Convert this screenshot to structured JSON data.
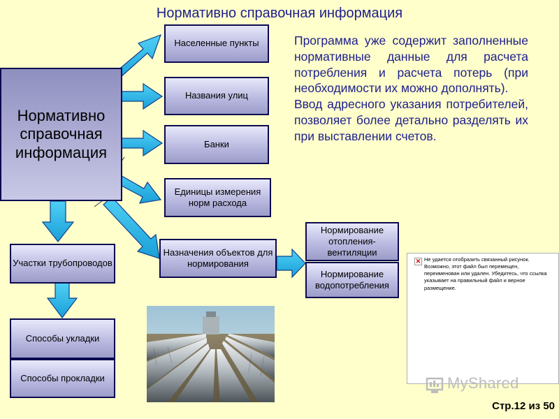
{
  "title": "Нормативно справочная информация",
  "main_box": "Нормативно справочная информация",
  "boxes": {
    "settlements": "Населенные пункты",
    "streets": "Названия улиц",
    "banks": "Банки",
    "units": "Единицы измерения норм расхода",
    "purposes": "Назначения объектов для нормирования",
    "heating": "Нормирование отопления-вентиляции",
    "water": "Нормирование водопотребления",
    "pipelines": "Участки трубопроводов",
    "laying": "Способы укладки",
    "installation": "Способы прокладки"
  },
  "description": {
    "p1": "Программа уже содержит заполненные нормативные данные для расчета потребления и расчета потерь (при необходимости их можно дополнять).",
    "p2": "Ввод адресного указания потребителей, позволяет более детально разделять их при выставлении счетов."
  },
  "broken_image_text": "Не удается отобразить связанный рисунок. Возможно, этот файл был перемещен, переименован или удален. Убедитесь, что ссылка указывает на правильный файл и верное размещение.",
  "watermark": "MyShared",
  "page": "Стр.12 из 50",
  "colors": {
    "background": "#ffffcc",
    "title": "#1e1e8c",
    "arrow": "#1eb4e6",
    "box_border": "#0a0a50"
  }
}
